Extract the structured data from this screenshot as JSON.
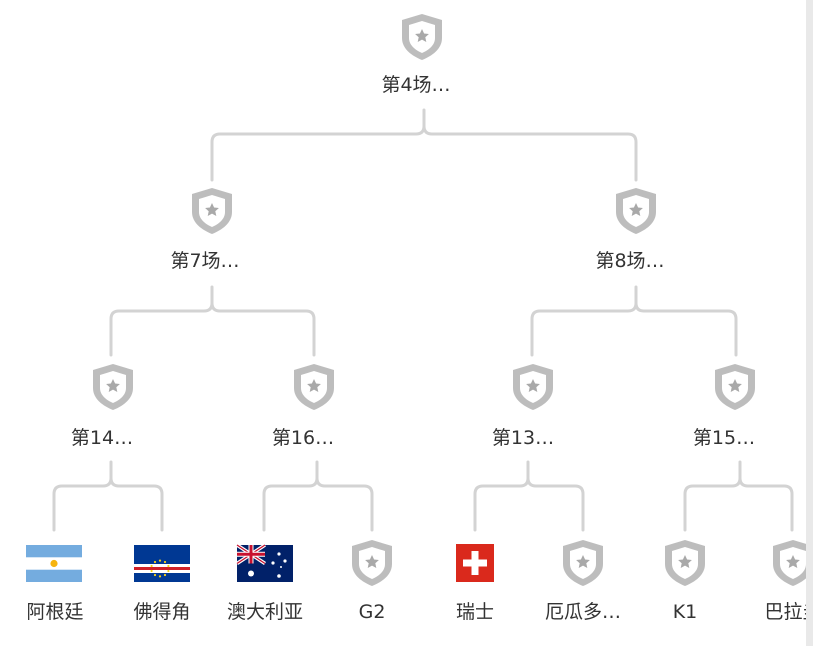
{
  "colors": {
    "line": "#d3d3d3",
    "shield": "#bdbdbd",
    "shield_inner": "#ffffff",
    "star": "#a9a9a9",
    "text": "#333333"
  },
  "icons": {
    "pending_slot": "shield-star-icon"
  },
  "matches": {
    "m4": "第4场…",
    "m7": "第7场…",
    "m8": "第8场…",
    "m14": "第14…",
    "m16": "第16…",
    "m13": "第13…",
    "m15": "第15…"
  },
  "teams": [
    {
      "name": "阿根廷",
      "flag": "argentina-flag"
    },
    {
      "name": "佛得角",
      "flag": "cape-verde-flag"
    },
    {
      "name": "澳大利亚",
      "flag": "australia-flag"
    },
    {
      "name": "G2",
      "flag": "shield-star-icon"
    },
    {
      "name": "瑞士",
      "flag": "switzerland-flag"
    },
    {
      "name": "厄瓜多…",
      "flag": "shield-star-icon"
    },
    {
      "name": "K1",
      "flag": "shield-star-icon"
    },
    {
      "name": "巴拉圭",
      "flag": "shield-star-icon"
    }
  ]
}
